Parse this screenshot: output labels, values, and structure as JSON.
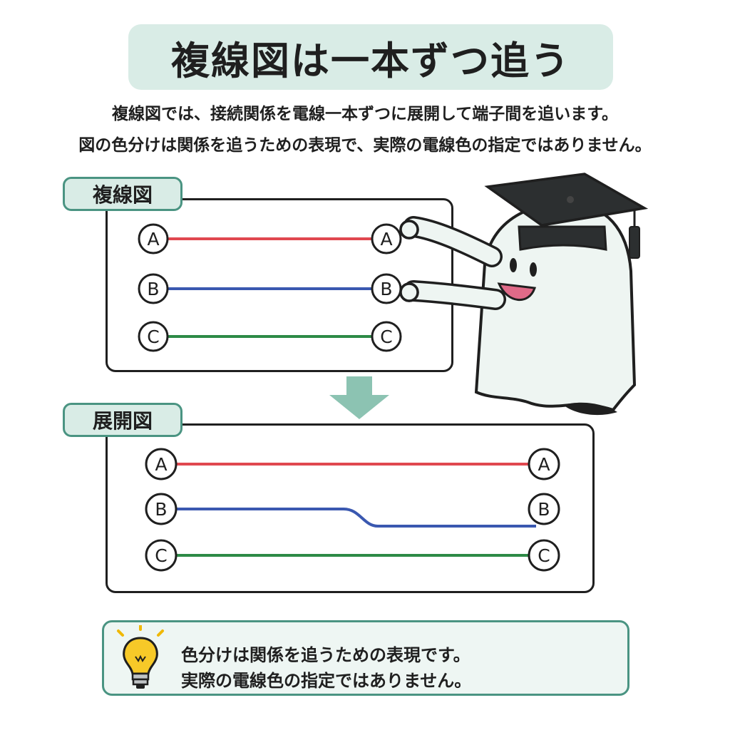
{
  "title": "複線図は一本ずつ追う",
  "intro": {
    "line1": "複線図では、接続関係を電線一本ずつに展開して端子間を追います。",
    "line2": "図の色分けは関係を追うための表現で、実際の電線色の指定ではありません。"
  },
  "panels": {
    "top_label": "複線図",
    "bottom_label": "展開図"
  },
  "terminals": [
    "A",
    "B",
    "C"
  ],
  "wire_colors": {
    "A": "#e0484f",
    "B": "#3a58b0",
    "C": "#2d8a46"
  },
  "note": {
    "line1": "色分けは関係を追うための表現です。",
    "line2": "実際の電線色の指定ではありません。"
  },
  "icons": [
    "lightbulb-icon",
    "graduation-cap-icon",
    "arrow-down-icon"
  ]
}
